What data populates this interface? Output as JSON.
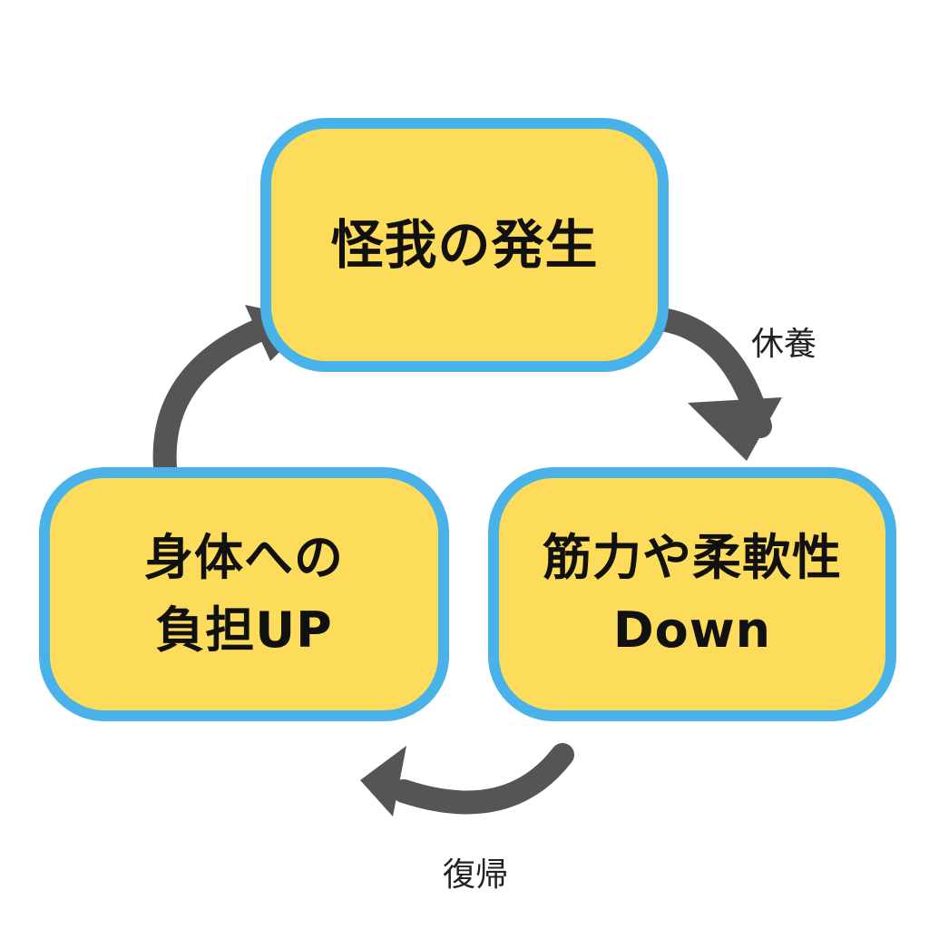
{
  "colors": {
    "node_fill": "#fddc5c",
    "node_border": "#48b2e9",
    "arrow": "#555555",
    "text": "#111111",
    "background": "#ffffff"
  },
  "nodes": {
    "top": {
      "lines": [
        "怪我の発生"
      ]
    },
    "right": {
      "lines": [
        "筋力や柔軟性",
        "Down"
      ]
    },
    "left": {
      "lines": [
        "身体への",
        "負担UP"
      ]
    }
  },
  "edges": {
    "top_to_right": {
      "label": "休養"
    },
    "right_to_left": {
      "label": "復帰"
    },
    "left_to_top": {
      "label": ""
    }
  }
}
